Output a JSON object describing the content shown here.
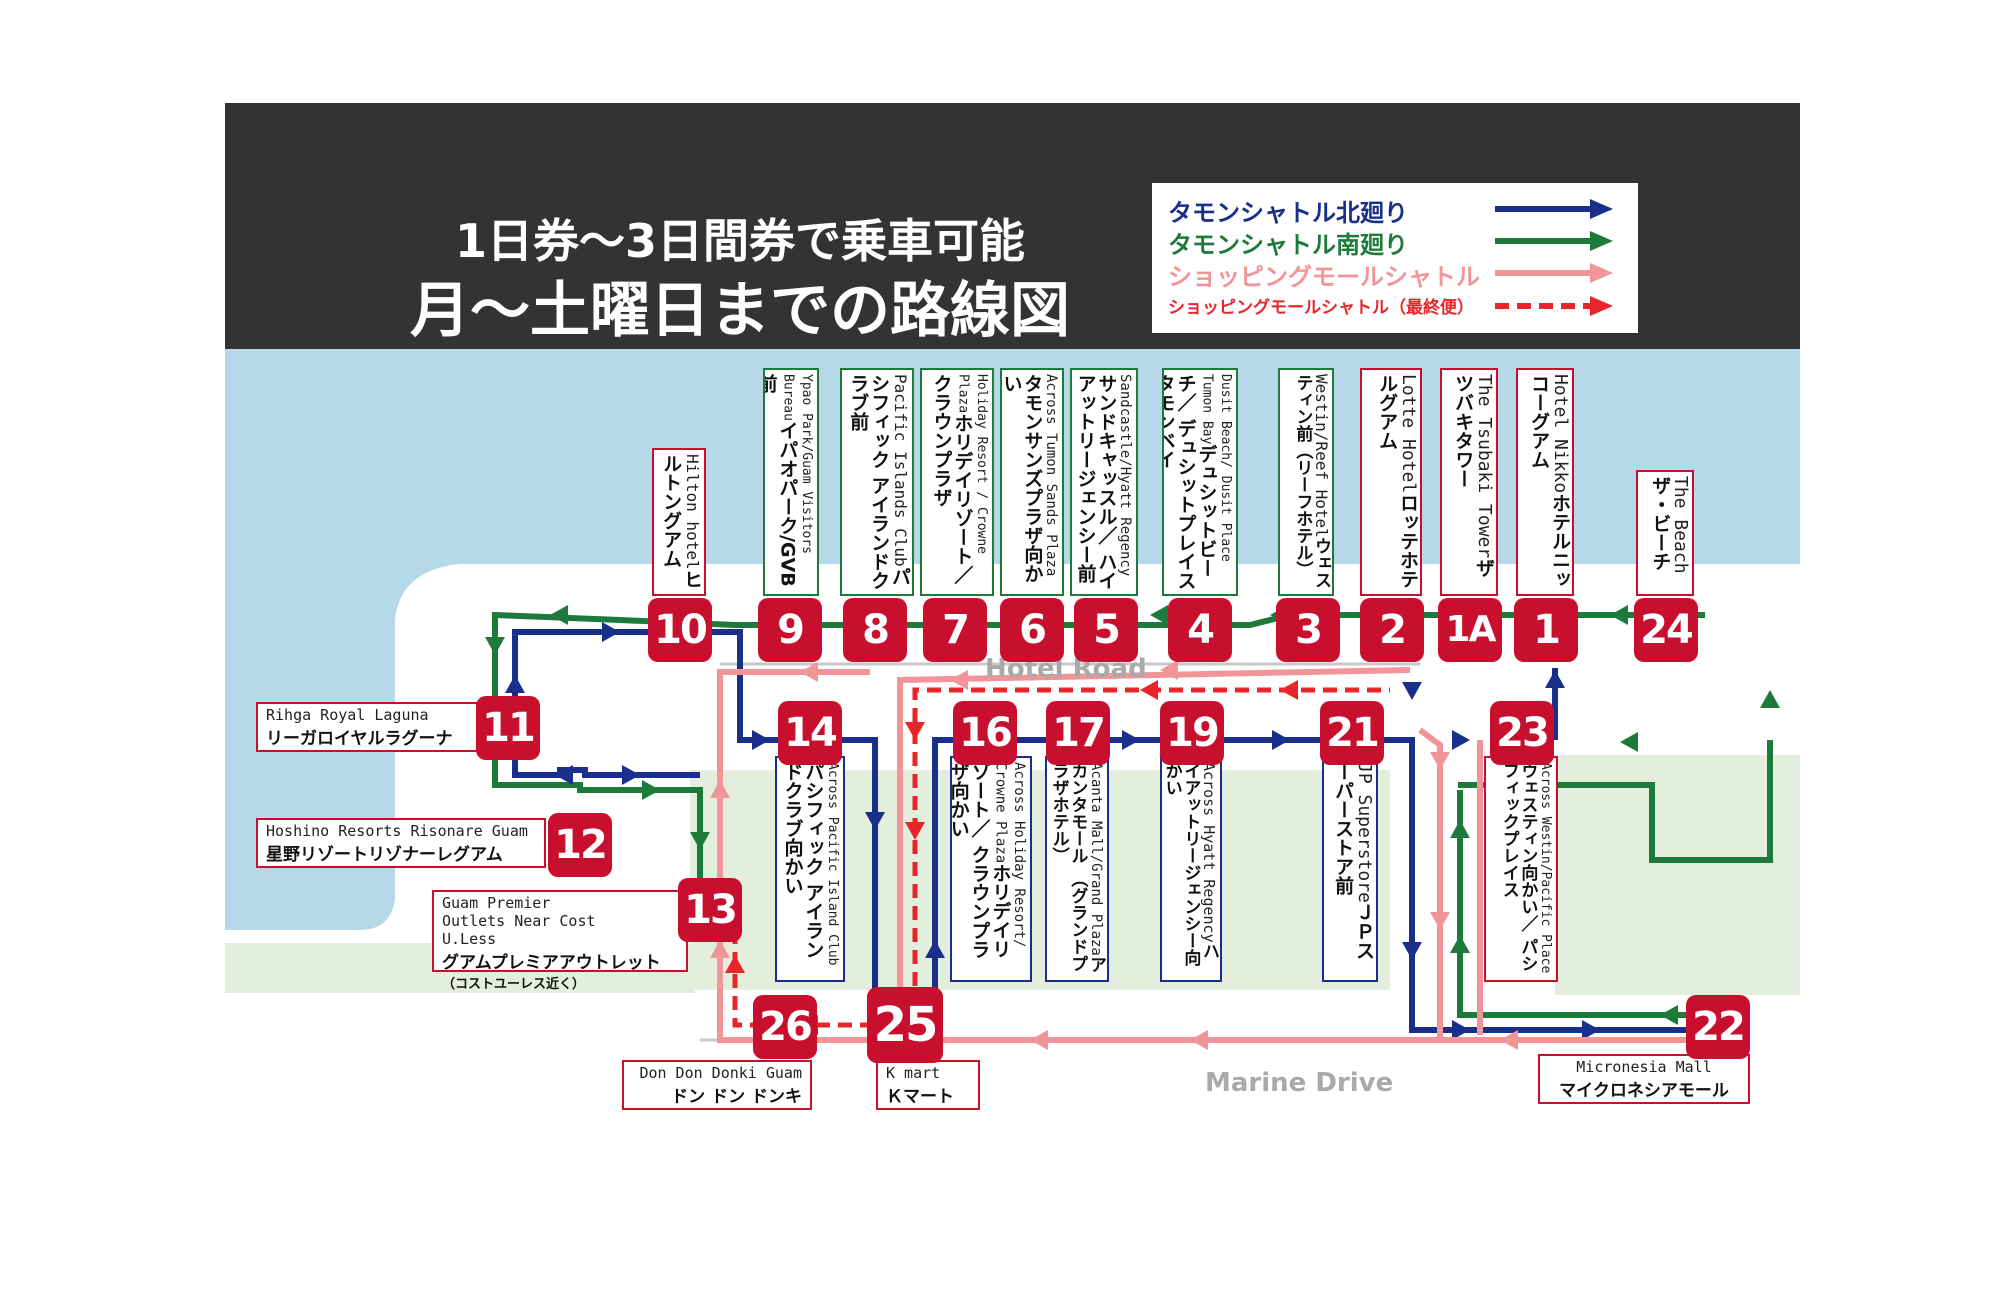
{
  "title": {
    "line1": "1日券〜3日間券で乗車可能",
    "line2": "月〜土曜日までの路線図"
  },
  "legend": [
    {
      "label": "タモンシャトル北廻り",
      "color": "#1a2f8c",
      "style": "solid"
    },
    {
      "label": "タモンシャトル南廻り",
      "color": "#1e7a3a",
      "style": "solid"
    },
    {
      "label": "ショッピングモールシャトル",
      "color": "#f19599",
      "style": "solid"
    },
    {
      "label": "ショッピングモールシャトル（最終便）",
      "color": "#e8252a",
      "style": "dashed"
    }
  ],
  "roads": {
    "hotel_road": "Hotel Road",
    "marine_drive": "Marine Drive"
  },
  "colors": {
    "north": "#1a2f8c",
    "south": "#1e7a3a",
    "mall": "#f19599",
    "mall_last": "#e8252a",
    "stop_badge": "#c8102e",
    "sea": "#b5d9e8",
    "land": "#e3eedd",
    "header": "#333333"
  },
  "stops_top": [
    {
      "num": "10",
      "en": "Hilton hotel",
      "ja": "ヒルトングアム",
      "border": "#c8102e"
    },
    {
      "num": "9",
      "en": "Ypao Park/Guam Visitors Bureau",
      "ja": "イパオパーク/GVB前",
      "border": "#1e7a3a"
    },
    {
      "num": "8",
      "en": "Pacific Islands Club",
      "ja": "パシフィック アイランドクラブ前",
      "border": "#1e7a3a"
    },
    {
      "num": "7",
      "en": "Holiday Resort / Crowne Plaza",
      "ja": "ホリデイリゾート／ クラウンプラザ",
      "border": "#1e7a3a"
    },
    {
      "num": "6",
      "en": "Across Tumon Sands Plaza",
      "ja": "タモンサンズプラザ向かい",
      "border": "#1e7a3a"
    },
    {
      "num": "5",
      "en": "Sandcastle/Hyatt Regency",
      "ja": "サンドキャッスル／ ハイアットリージェンシー前",
      "border": "#1e7a3a"
    },
    {
      "num": "4",
      "en": "Dusit Beach/ Dusit Place Tumon Bay",
      "ja": "デュシットビーチ／ デュシットプレイス タモンベイ",
      "border": "#1e7a3a"
    },
    {
      "num": "3",
      "en": "Westin/Reef Hotel",
      "ja": "ウェスティン前（リーフホテル）",
      "border": "#1e7a3a"
    },
    {
      "num": "2",
      "en": "Lotte Hotel",
      "ja": "ロッテホテルグアム",
      "border": "#c8102e"
    },
    {
      "num": "1A",
      "en": "The Tsubaki Tower",
      "ja": "ザツバキタワー",
      "border": "#c8102e"
    },
    {
      "num": "1",
      "en": "Hotel Nikko",
      "ja": "ホテルニッコーグアム",
      "border": "#c8102e"
    },
    {
      "num": "24",
      "en": "The Beach",
      "ja": "ザ・ビーチ",
      "border": "#c8102e"
    }
  ],
  "stops_inner": [
    {
      "num": "14",
      "en": "Across Pacific Island Club",
      "ja": "パシフィック アイランドクラブ向かい",
      "border": "#1a2f8c"
    },
    {
      "num": "16",
      "en": "Across Holiday Resort/ Crowne Plaza",
      "ja": "ホリデイリゾート／ クラウンプラザ向かい",
      "border": "#1a2f8c"
    },
    {
      "num": "17",
      "en": "Acanta Mall/Grand Plaza",
      "ja": "アカンタモール （グランドプラザホテル）",
      "border": "#1a2f8c"
    },
    {
      "num": "19",
      "en": "Across Hyatt Regency",
      "ja": "ハイアットリージェンシー向かい",
      "border": "#1a2f8c"
    },
    {
      "num": "21",
      "en": "JP Superstore",
      "ja": "ＪＰスーパーストア前",
      "border": "#1a2f8c"
    },
    {
      "num": "23",
      "en": "Across Westin/Pacific Place",
      "ja": "ウェスティン向かい／ パシフィックプレイス",
      "border": "#c8102e"
    }
  ],
  "stops_left": [
    {
      "num": "11",
      "en": "Rihga Royal Laguna",
      "ja": "リーガロイヤルラグーナ"
    },
    {
      "num": "12",
      "en": "Hoshino Resorts Risonare Guam",
      "ja": "星野リゾートリゾナーレグアム"
    },
    {
      "num": "13",
      "en": "Guam Premier Outlets Near Cost U.Less",
      "ja": "グアムプレミアアウトレット",
      "ja2": "（コストユーレス近く）"
    }
  ],
  "stops_bottom": [
    {
      "num": "26",
      "en": "Don Don Donki Guam",
      "ja": "ドン ドン ドンキ"
    },
    {
      "num": "25",
      "en": "K mart",
      "ja": "Ｋマート"
    },
    {
      "num": "22",
      "en": "Micronesia Mall",
      "ja": "マイクロネシアモール"
    }
  ]
}
